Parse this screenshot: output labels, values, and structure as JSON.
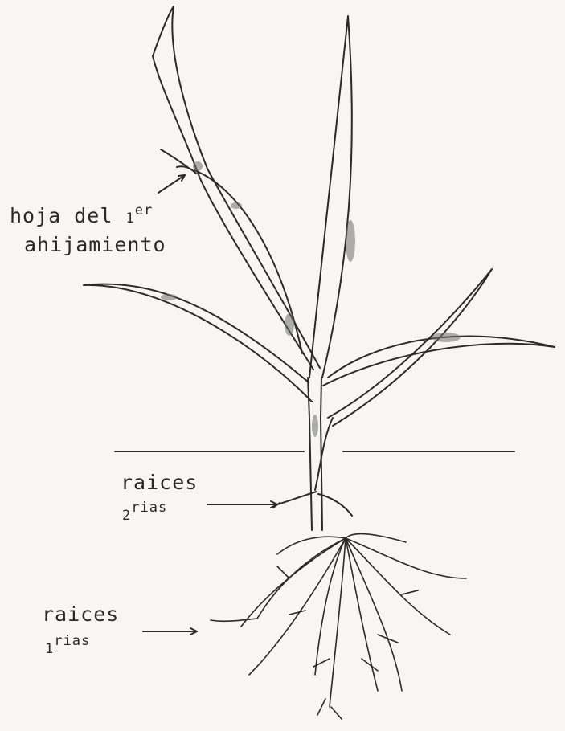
{
  "labels": {
    "tiller_leaf": {
      "line1_prefix": "hoja del ",
      "ordinal_num": "1",
      "ordinal_sup": "er",
      "line2": "ahijamiento"
    },
    "secondary_roots": {
      "line1": "raices",
      "ordinal_num": "2",
      "ordinal_sup": "rias"
    },
    "primary_roots": {
      "line1": "raices",
      "ordinal_num": "1",
      "ordinal_sup": "rias"
    }
  },
  "colors": {
    "ink": "#2a2a2a",
    "paper": "#f7f6f2",
    "shade": "#6f6f6f"
  }
}
